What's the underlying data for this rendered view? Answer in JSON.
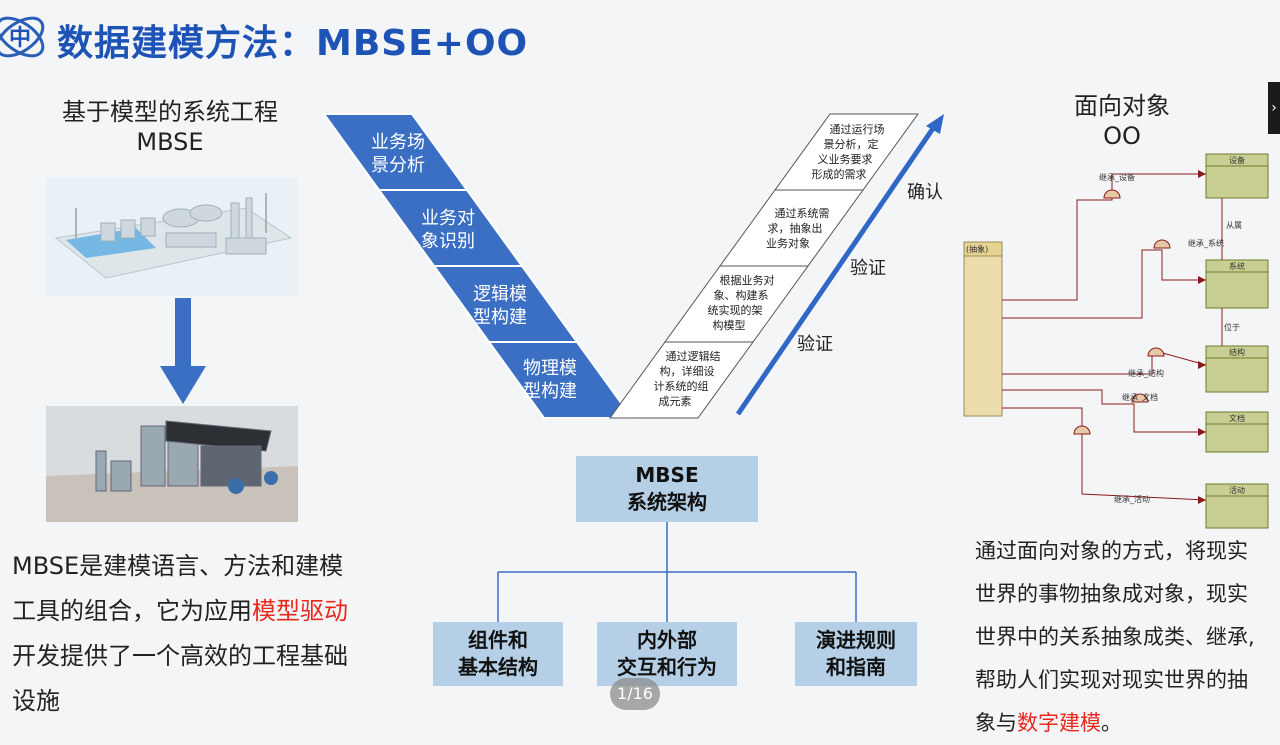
{
  "header": {
    "logo_text": "中",
    "title": "数据建模方法：MBSE+OO"
  },
  "left": {
    "heading_line1": "基于模型的系统工程",
    "heading_line2": "MBSE",
    "desc_part1": "MBSE是建模语言、方法和建模工具的组合，它为应用",
    "desc_highlight": "模型驱动",
    "desc_part2": "开发提供了一个高效的工程基础设施"
  },
  "v_diagram": {
    "left_steps": [
      {
        "line1": "业务场",
        "line2": "景分析"
      },
      {
        "line1": "业务对",
        "line2": "象识别"
      },
      {
        "line1": "逻辑模",
        "line2": "型构建"
      },
      {
        "line1": "物理模",
        "line2": "型构建"
      }
    ],
    "right_steps": [
      {
        "lines": [
          "通过运行场",
          "景分析，定",
          "义业务要求",
          "形成的需求"
        ]
      },
      {
        "lines": [
          "通过系统需",
          "求，抽象出",
          "业务对象"
        ]
      },
      {
        "lines": [
          "根据业务对",
          "象、构建系",
          "统实现的架",
          "构模型"
        ]
      },
      {
        "lines": [
          "通过逻辑结",
          "构，详细设",
          "计系统的组",
          "成元素"
        ]
      }
    ],
    "labels": [
      "确认",
      "验证",
      "验证"
    ],
    "colors": {
      "accent": "#3a6fc4",
      "text_fill": "#ffffff"
    }
  },
  "architecture": {
    "root_line1": "MBSE",
    "root_line2": "系统架构",
    "children": [
      {
        "line1": "组件和",
        "line2": "基本结构"
      },
      {
        "line1": "内外部",
        "line2": "交互和行为"
      },
      {
        "line1": "演进规则",
        "line2": "和指南"
      }
    ],
    "box_color": "#b5cfe6"
  },
  "pagination": {
    "indicator": "1/16"
  },
  "right": {
    "heading_line1": "面向对象",
    "heading_line2": "OO",
    "uml": {
      "left_box_title": "(抽象)",
      "classes": [
        "设备",
        "系统",
        "结构",
        "文档",
        "活动"
      ],
      "relations": [
        "继承_设备",
        "从属",
        "继承_系统",
        "位于",
        "继承_结构",
        "继承_文档",
        "继承_活动"
      ]
    },
    "desc_line1": "通过面向对象的方式，将现实",
    "desc_line2": "世界的事物抽象成对象，现实",
    "desc_line3": "世界中的关系抽象成类、继承,",
    "desc_line4": "帮助人们实现对现实世界的抽",
    "desc_line5_part1": "象与",
    "desc_line5_highlight": "数字建模",
    "desc_line5_part2": "。"
  },
  "colors": {
    "title_blue": "#1d53b4",
    "highlight_red": "#e8281d"
  }
}
